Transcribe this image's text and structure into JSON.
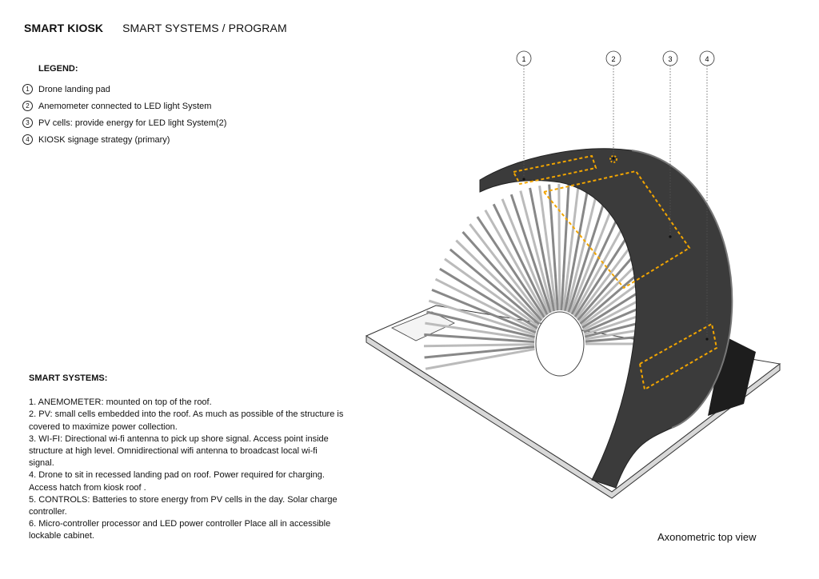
{
  "header": {
    "title": "SMART KIOSK",
    "subtitle": "SMART SYSTEMS / PROGRAM"
  },
  "legend": {
    "heading": "LEGEND:",
    "items": [
      {
        "num": "1",
        "label": "Drone landing pad"
      },
      {
        "num": "2",
        "label": "Anemometer connected to LED light System"
      },
      {
        "num": "3",
        "label": "PV cells: provide energy for LED light System(2)"
      },
      {
        "num": "4",
        "label": "KIOSK signage strategy (primary)"
      }
    ]
  },
  "smart_systems": {
    "heading": "SMART SYSTEMS:",
    "items": [
      "1. ANEMOMETER: mounted on top of the roof.",
      "2. PV: small cells embedded into the roof. As much as possible of the structure is covered to maximize power collection.",
      "3. WI-FI: Directional wi-fi antenna to pick up shore signal. Access point inside structure at high level. Omnidirectional wifi antenna to broadcast local  wi-fi signal.",
      "4. Drone to sit in recessed landing pad on roof. Power required for charging. Access hatch from  kiosk roof .",
      "5. CONTROLS: Batteries to store energy from PV cells in the day. Solar charge controller.",
      "6. Micro-controller processor and LED power controller Place all in accessible lockable cabinet."
    ]
  },
  "callouts": [
    "1",
    "2",
    "3",
    "4"
  ],
  "caption": "Axonometric top view",
  "colors": {
    "shell": "#3b3b3b",
    "highlight": "#f2a500",
    "platform": "#ffffff"
  }
}
